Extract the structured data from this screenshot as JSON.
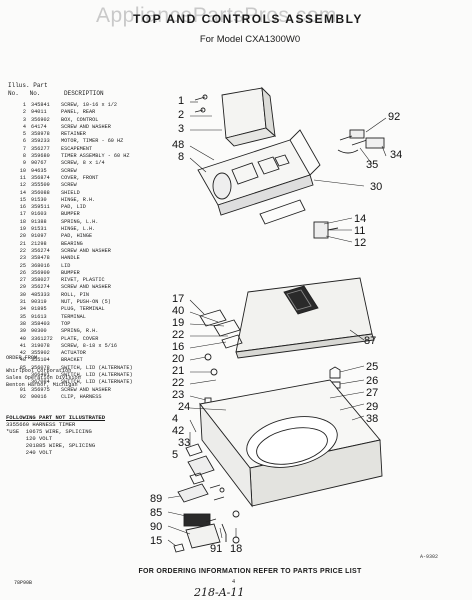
{
  "watermark": "AppliancePartsPros.com",
  "title": "TOP AND CONTROLS ASSEMBLY",
  "subtitle": "For Model CXA1300W0",
  "list_header": {
    "illus": "Illus.",
    "part": "Part",
    "no": "No.",
    "no2": "No.",
    "description": "DESCRIPTION"
  },
  "parts": [
    {
      "illus": "1",
      "part": "345841",
      "desc": "SCREW, 10-16 x 1/2"
    },
    {
      "illus": "2",
      "part": "94011",
      "desc": "PANEL, REAR"
    },
    {
      "illus": "3",
      "part": "356902",
      "desc": "BOX, CONTROL"
    },
    {
      "illus": "4",
      "part": "64174",
      "desc": "SCREW AND WASHER"
    },
    {
      "illus": "5",
      "part": "358978",
      "desc": "RETAINER"
    },
    {
      "illus": "6",
      "part": "359233",
      "desc": "MOTOR, TIMER - 60 HZ"
    },
    {
      "illus": "7",
      "part": "356277",
      "desc": "ESCAPEMENT"
    },
    {
      "illus": "8",
      "part": "359680",
      "desc": "TIMER ASSEMBLY - 60 HZ"
    },
    {
      "illus": "9",
      "part": "90767",
      "desc": "SCREW, 8 x 1/4"
    },
    {
      "illus": "10",
      "part": "94635",
      "desc": "SCREW"
    },
    {
      "illus": "11",
      "part": "356874",
      "desc": "COVER, FRONT"
    },
    {
      "illus": "12",
      "part": "355509",
      "desc": "SCREW"
    },
    {
      "illus": "14",
      "part": "356088",
      "desc": "SHIELD"
    },
    {
      "illus": "15",
      "part": "91530",
      "desc": "HINGE, R.H."
    },
    {
      "illus": "16",
      "part": "359511",
      "desc": "PAD, LID"
    },
    {
      "illus": "17",
      "part": "91603",
      "desc": "BUMPER"
    },
    {
      "illus": "18",
      "part": "91388",
      "desc": "SPRING, L.H."
    },
    {
      "illus": "19",
      "part": "91531",
      "desc": "HINGE, L.H."
    },
    {
      "illus": "20",
      "part": "91097",
      "desc": "PAD, HINGE"
    },
    {
      "illus": "21",
      "part": "21298",
      "desc": "BEARING"
    },
    {
      "illus": "22",
      "part": "356274",
      "desc": "SCREW AND WASHER"
    },
    {
      "illus": "23",
      "part": "358478",
      "desc": "HANDLE"
    },
    {
      "illus": "25",
      "part": "368016",
      "desc": "LID"
    },
    {
      "illus": "26",
      "part": "356909",
      "desc": "BUMPER"
    },
    {
      "illus": "27",
      "part": "358027",
      "desc": "RIVET, PLASTIC"
    },
    {
      "illus": "29",
      "part": "356274",
      "desc": "SCREW AND WASHER"
    },
    {
      "illus": "30",
      "part": "485333",
      "desc": "ROLL, PIN"
    },
    {
      "illus": "31",
      "part": "90319",
      "desc": "NUT, PUSH-ON (5)"
    },
    {
      "illus": "34",
      "part": "91895",
      "desc": "PLUG, TERMINAL"
    },
    {
      "illus": "35",
      "part": "91613",
      "desc": "TERMINAL"
    },
    {
      "illus": "38",
      "part": "358403",
      "desc": "TOP"
    },
    {
      "illus": "39",
      "part": "90300",
      "desc": "SPRING, R.H."
    },
    {
      "illus": "40",
      "part": "3361272",
      "desc": "PLATE, COVER"
    },
    {
      "illus": "41",
      "part": "319078",
      "desc": "SCREW, 8-18 x 5/16"
    },
    {
      "illus": "42",
      "part": "355902",
      "desc": "ACTUATOR"
    },
    {
      "illus": "48",
      "part": "355104",
      "desc": "BRACKET"
    },
    {
      "illus": "85",
      "part": "356078",
      "desc": "SWITCH, LID (ALTERNATE)"
    },
    {
      "illus": "",
      "part": "366491",
      "desc": "SWITCH, LID (ALTERNATE)"
    },
    {
      "illus": "",
      "part": "367084",
      "desc": "SWITCH, LID (ALTERNATE)"
    },
    {
      "illus": "91",
      "part": "356975",
      "desc": "SCREW AND WASHER"
    },
    {
      "illus": "92",
      "part": "90016",
      "desc": "CLIP, HARNESS"
    }
  ],
  "order_note": [
    "ORDER FROM",
    "Whirlpool Corporation",
    "Sales Operation Division",
    "Benton Harbor, Michigan"
  ],
  "not_illustrated": {
    "heading": "FOLLOWING PART NOT ILLUSTRATED",
    "lines": [
      "3355660 HARNESS TIMER",
      "*USE  10675 WIRE, SPLICING",
      "      120 VOLT",
      "      201885 WIRE, SPLICING",
      "      240 VOLT"
    ]
  },
  "callouts": {
    "top": [
      "1",
      "2",
      "3",
      "48",
      "8",
      "30",
      "92",
      "34",
      "35",
      "14",
      "11",
      "12"
    ],
    "mid": [
      "17",
      "40",
      "19",
      "22",
      "16",
      "20",
      "21",
      "22",
      "23",
      "24",
      "4",
      "42",
      "33",
      "5",
      "87",
      "25",
      "26",
      "27",
      "29",
      "38"
    ],
    "bottom": [
      "89",
      "85",
      "90",
      "15",
      "91",
      "18"
    ]
  },
  "figure_ref": "A-9302",
  "footer": "FOR ORDERING INFORMATION REFER TO PARTS PRICE LIST",
  "page_no": "4",
  "handwritten_note": "218-A-11",
  "doc_code": "78P90B"
}
